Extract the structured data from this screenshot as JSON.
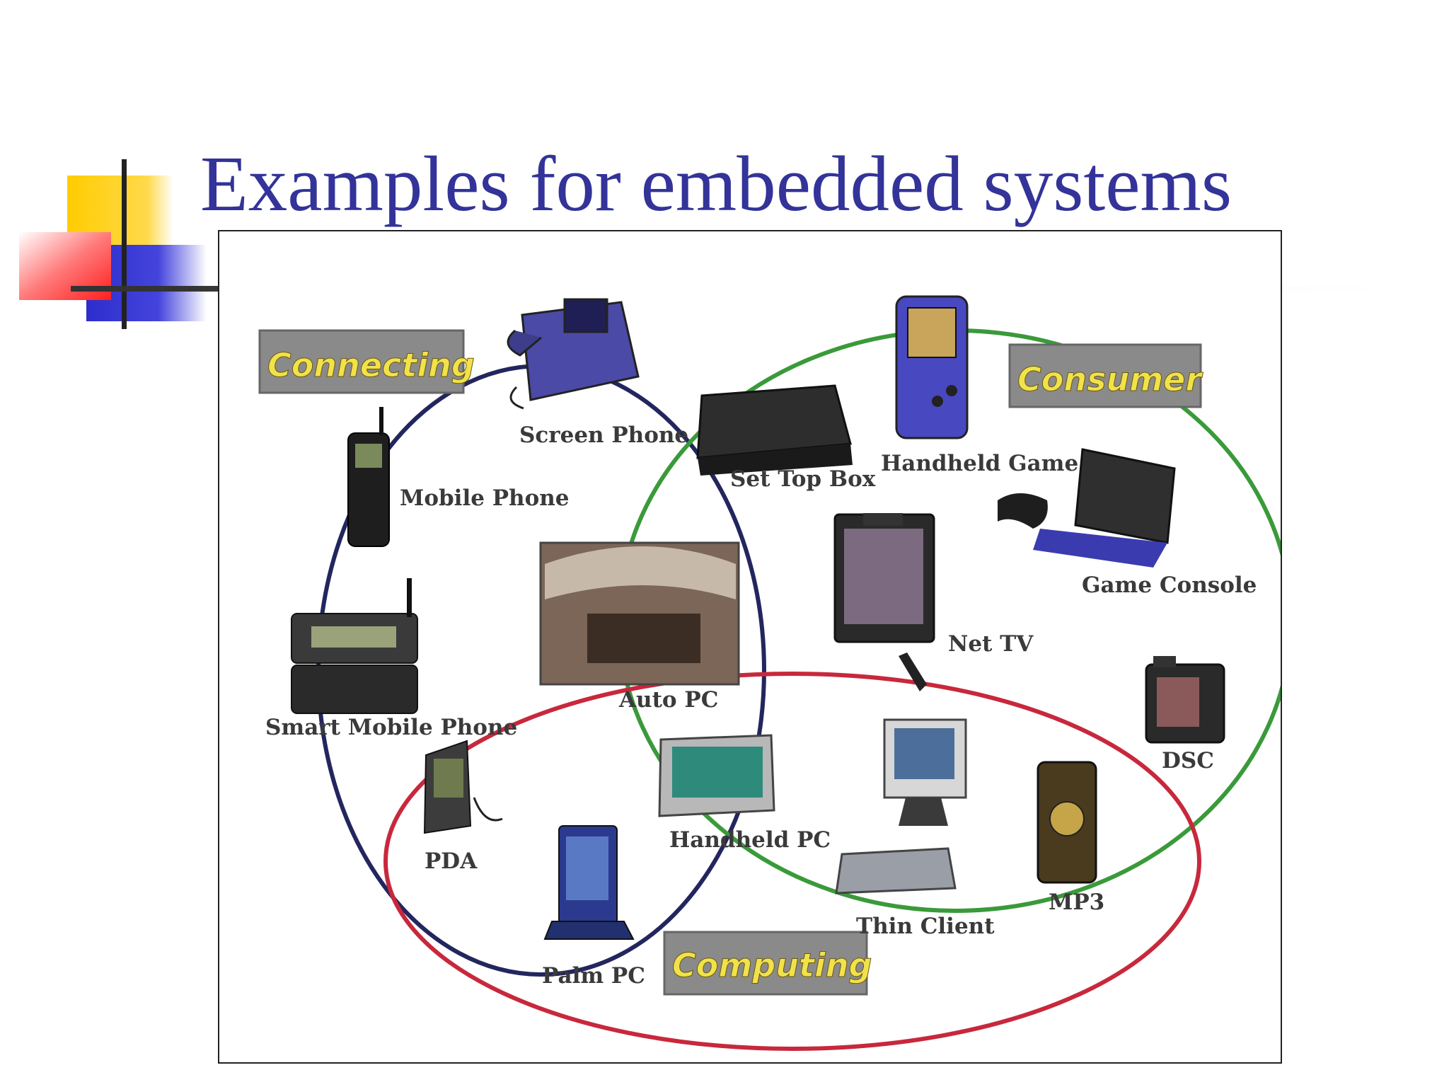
{
  "slide": {
    "title": "Examples for embedded systems"
  },
  "colors": {
    "title": "#33339a",
    "logo_yellow": "#ffcc00",
    "logo_red": "#ff2020",
    "logo_blue": "#2d2dcc",
    "connecting_ring": "#23265e",
    "consumer_ring": "#3a9a3a",
    "computing_ring": "#c8283c",
    "category_box": "#8a8a8a",
    "category_text": "#f2e24a"
  },
  "diagram": {
    "categories": {
      "connecting": "Connecting",
      "consumer": "Consumer",
      "computing": "Computing"
    },
    "devices": {
      "screen_phone": "Screen Phone",
      "mobile_phone": "Mobile Phone",
      "smart_mobile_phone": "Smart  Mobile Phone",
      "pda": "PDA",
      "palm_pc": "Palm PC",
      "auto_pc": "Auto PC",
      "handheld_pc": "Handheld PC",
      "set_top_box": "Set Top Box",
      "handheld_game": "Handheld Game",
      "game_console": "Game Console",
      "net_tv": "Net TV",
      "dsc": "DSC",
      "mp3": "MP3",
      "thin_client": "Thin Client"
    },
    "icons": {
      "screen_phone": "screen-phone-icon",
      "mobile_phone": "mobile-phone-icon",
      "smart_mobile_phone": "smart-mobile-phone-icon",
      "pda": "pda-icon",
      "palm_pc": "palm-pc-icon",
      "auto_pc": "auto-pc-icon",
      "handheld_pc": "handheld-pc-icon",
      "set_top_box": "set-top-box-icon",
      "handheld_game": "handheld-game-icon",
      "game_console": "game-console-icon",
      "net_tv": "net-tv-icon",
      "dsc": "digital-camera-icon",
      "mp3": "mp3-player-icon",
      "thin_client": "thin-client-icon"
    }
  }
}
